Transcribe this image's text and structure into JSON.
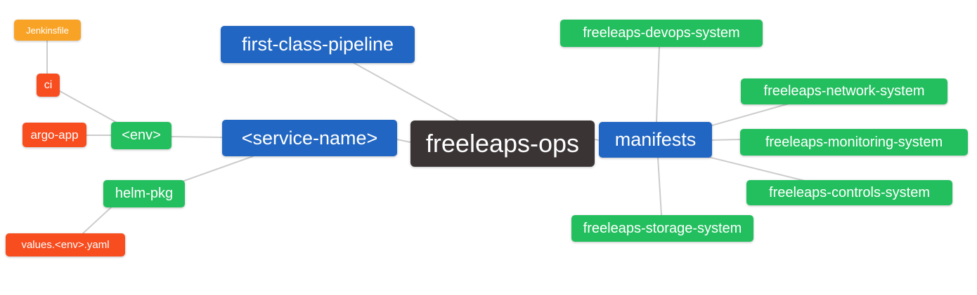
{
  "colors": {
    "root": "#3A3435",
    "blue": "#2166C2",
    "green": "#23BF5E",
    "orange": "#F9A326",
    "red": "#F74D1F",
    "connector": "#CCCCCC",
    "text": "#FFFFFF"
  },
  "nodes": {
    "root": {
      "label": "freeleaps-ops",
      "color": "#3A3435"
    },
    "first_class_pipeline": {
      "label": "first-class-pipeline",
      "color": "#2166C2"
    },
    "service_name": {
      "label": "<service-name>",
      "color": "#2166C2"
    },
    "manifests": {
      "label": "manifests",
      "color": "#2166C2"
    },
    "env": {
      "label": "<env>",
      "color": "#23BF5E"
    },
    "helm_pkg": {
      "label": "helm-pkg",
      "color": "#23BF5E"
    },
    "ci": {
      "label": "ci",
      "color": "#F74D1F"
    },
    "argo_app": {
      "label": "argo-app",
      "color": "#F74D1F"
    },
    "jenkinsfile": {
      "label": "Jenkinsfile",
      "color": "#F9A326"
    },
    "values_env_yaml": {
      "label": "values.<env>.yaml",
      "color": "#F74D1F"
    },
    "devops_system": {
      "label": "freeleaps-devops-system",
      "color": "#23BF5E"
    },
    "network_system": {
      "label": "freeleaps-network-system",
      "color": "#23BF5E"
    },
    "monitoring_system": {
      "label": "freeleaps-monitoring-system",
      "color": "#23BF5E"
    },
    "controls_system": {
      "label": "freeleaps-controls-system",
      "color": "#23BF5E"
    },
    "storage_system": {
      "label": "freeleaps-storage-system",
      "color": "#23BF5E"
    }
  },
  "edges": [
    {
      "from": "jenkinsfile",
      "to": "ci"
    },
    {
      "from": "ci",
      "to": "env"
    },
    {
      "from": "argo_app",
      "to": "env"
    },
    {
      "from": "env",
      "to": "service_name"
    },
    {
      "from": "helm_pkg",
      "to": "service_name"
    },
    {
      "from": "values_env_yaml",
      "to": "helm_pkg"
    },
    {
      "from": "first_class_pipeline",
      "to": "root"
    },
    {
      "from": "service_name",
      "to": "root"
    },
    {
      "from": "root",
      "to": "manifests"
    },
    {
      "from": "manifests",
      "to": "devops_system"
    },
    {
      "from": "manifests",
      "to": "network_system"
    },
    {
      "from": "manifests",
      "to": "monitoring_system"
    },
    {
      "from": "manifests",
      "to": "controls_system"
    },
    {
      "from": "manifests",
      "to": "storage_system"
    }
  ]
}
